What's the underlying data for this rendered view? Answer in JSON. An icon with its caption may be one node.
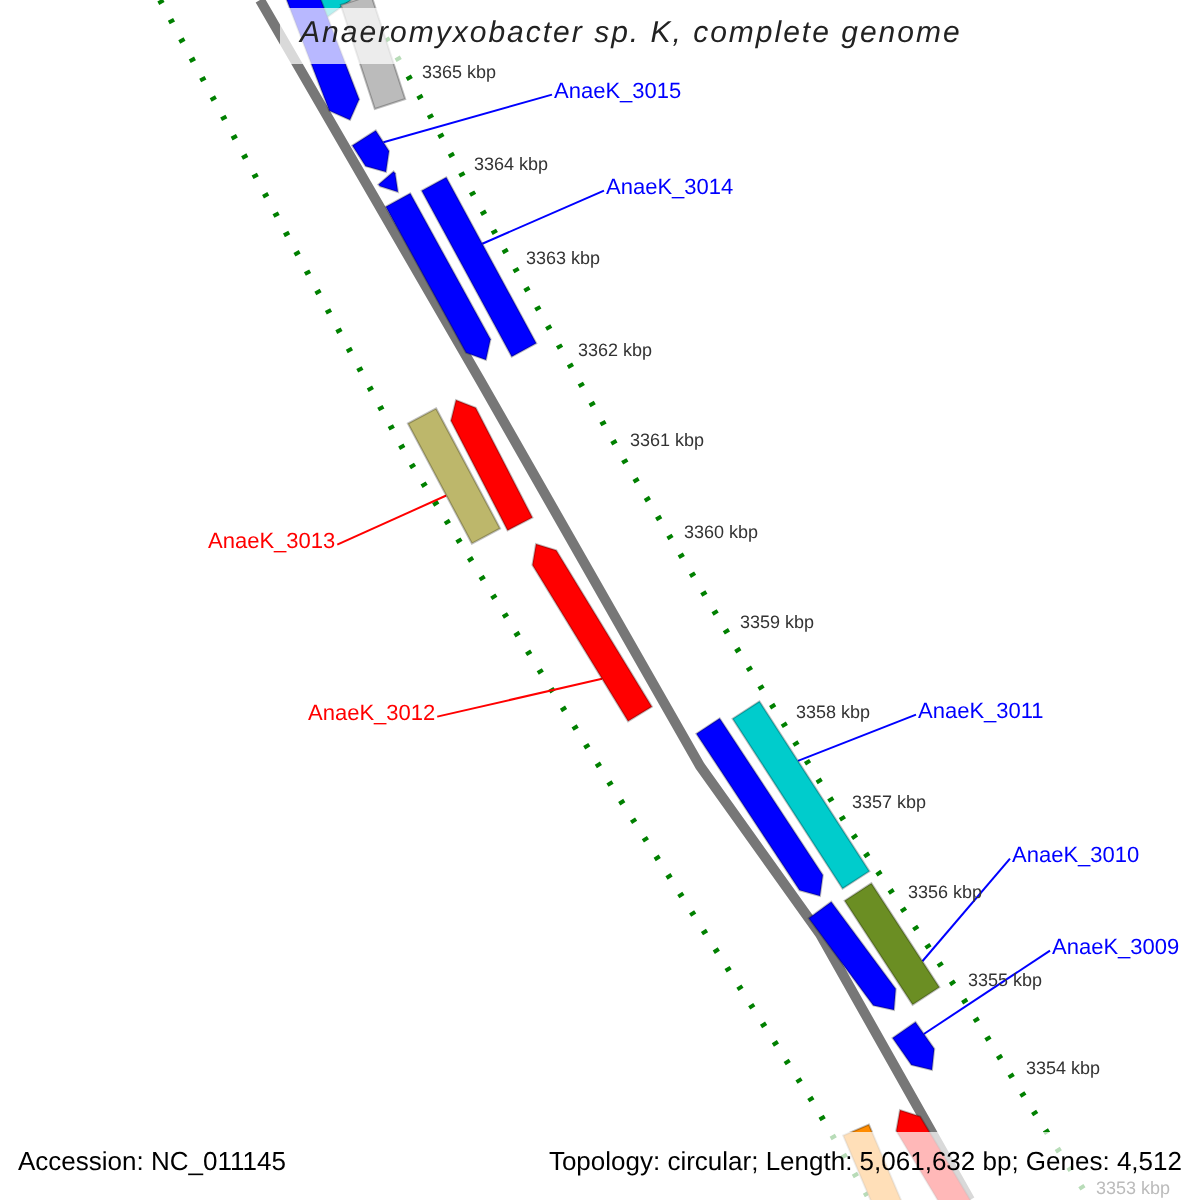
{
  "diagram": {
    "title": "Anaeromyxobacter sp. K, complete genome",
    "nodes": [
      {
        "text": [
          "AnaeK_3015"
        ]
      },
      {
        "text": [
          "AnaeK_3014"
        ]
      },
      {
        "text": [
          "AnaeK_3013"
        ]
      },
      {
        "text": [
          "AnaeK_3012"
        ]
      },
      {
        "text": [
          "AnaeK_3011"
        ]
      },
      {
        "text": [
          "AnaeK_3010"
        ]
      },
      {
        "text": [
          "AnaeK_3009"
        ]
      },
      {
        "text": [],
        "shape": "bar"
      },
      {
        "text": [],
        "shape": "bar"
      },
      {
        "text": [],
        "shape": "bar"
      },
      {
        "text": [],
        "shape": "bar"
      },
      {
        "text": [],
        "shape": "bar"
      },
      {
        "text": [],
        "shape": "bar"
      },
      {
        "text": [],
        "shape": "bar"
      },
      {
        "text": [],
        "shape": "bar"
      },
      {
        "text": [],
        "shape": "bar"
      },
      {
        "text": [],
        "shape": "bar"
      },
      {
        "text": [],
        "shape": "bar"
      },
      {
        "text": [],
        "shape": "bar"
      },
      {
        "text": [],
        "shape": "bar"
      },
      {
        "text": [],
        "shape": "bar"
      },
      {
        "text": [],
        "shape": "bar"
      },
      {
        "text": [],
        "shape": "bar"
      },
      {
        "text": [],
        "shape": "bar"
      }
    ],
    "edges": [
      {
        "from": 0,
        "to": 10,
        "arrow": "none"
      },
      {
        "from": 1,
        "to": 13,
        "arrow": "none"
      },
      {
        "from": 2,
        "to": 15,
        "arrow": "none",
        "color": "#ff0000"
      },
      {
        "from": 3,
        "to": 16,
        "arrow": "none",
        "color": "#ff0000"
      },
      {
        "from": 4,
        "to": 17,
        "arrow": "none"
      },
      {
        "from": 5,
        "to": 19,
        "arrow": "none"
      },
      {
        "from": 6,
        "to": 21,
        "arrow": "none"
      }
    ],
    "labels": [
      "3365 kbp",
      "3364 kbp",
      "3363 kbp",
      "3362 kbp",
      "3361 kbp",
      "3360 kbp",
      "3359 kbp",
      "3358 kbp",
      "3357 kbp",
      "3356 kbp",
      "3355 kbp",
      "3354 kbp",
      "3353 kbp",
      "Accession: NC_011145",
      "Topology: circular; Length: 5,061,632 bp; Genes: 4,512"
    ]
  }
}
